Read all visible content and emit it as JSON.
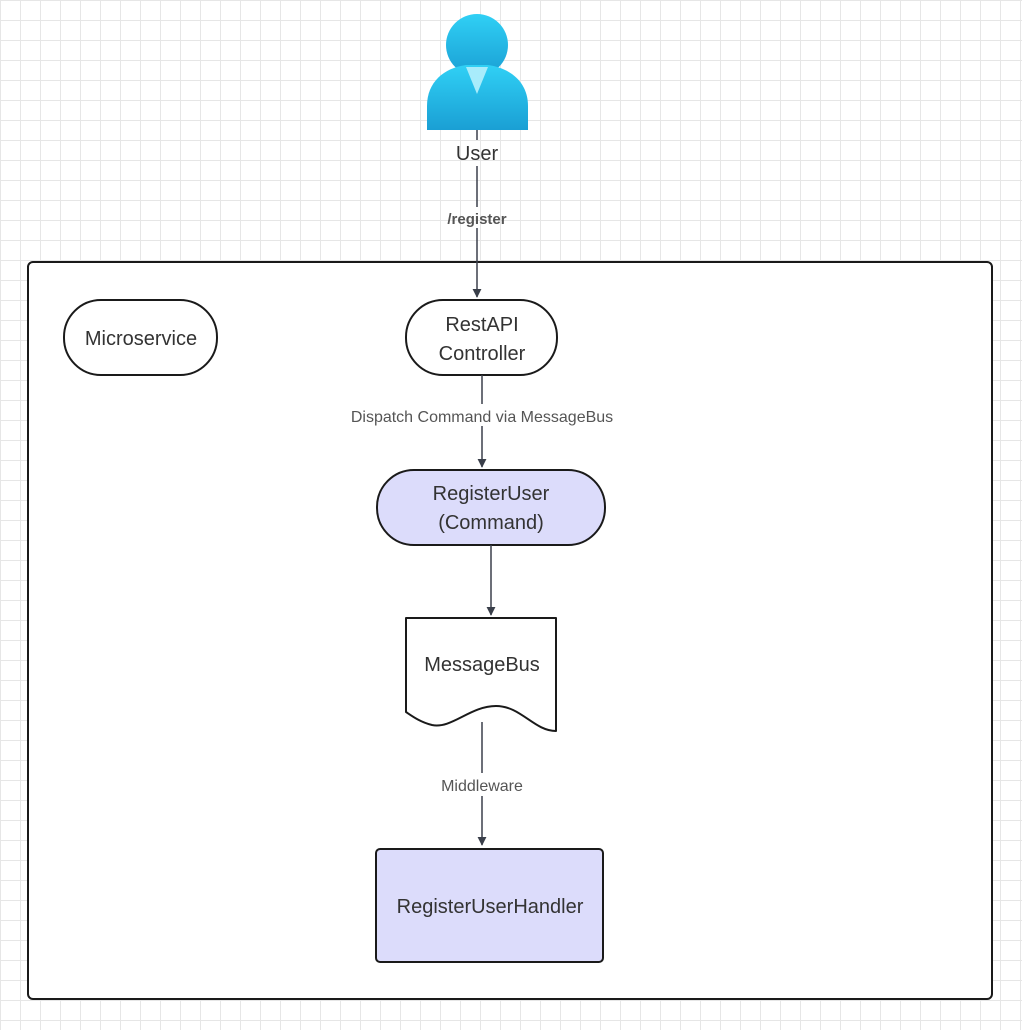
{
  "colors": {
    "node_fill": "#ffffff",
    "node_stroke": "#1a1a1a",
    "command_fill": "#dcdcfb",
    "handler_fill": "#dcdcfb",
    "edge": "#3a3f4a",
    "user_icon_top": "#30d0f5",
    "user_icon_bottom": "#1a9fd4",
    "grid": "#e6e6e6"
  },
  "icons": {
    "user": "user-person-icon"
  },
  "nodes": {
    "user": {
      "label": "User"
    },
    "container": {
      "label": "Microservice"
    },
    "controller": {
      "line1": "RestAPI",
      "line2": "Controller"
    },
    "command": {
      "line1": "RegisterUser",
      "line2": "(Command)"
    },
    "bus": {
      "label": "MessageBus"
    },
    "handler": {
      "label": "RegisterUserHandler"
    }
  },
  "edges": {
    "user_to_controller": {
      "label": "/register"
    },
    "controller_to_command": {
      "label": "Dispatch Command via MessageBus"
    },
    "command_to_bus": {
      "label": ""
    },
    "bus_to_handler": {
      "label": "Middleware"
    }
  }
}
